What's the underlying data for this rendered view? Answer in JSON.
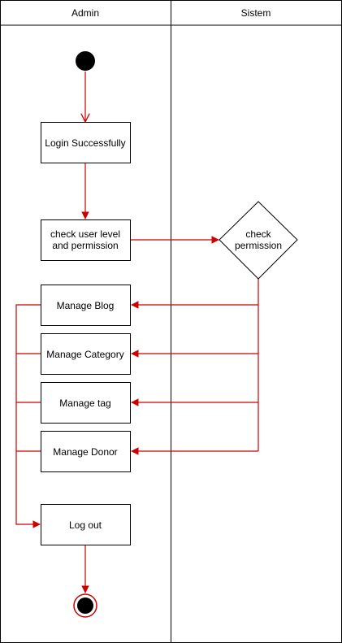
{
  "lanes": [
    {
      "id": "admin",
      "title": "Admin"
    },
    {
      "id": "sistem",
      "title": "Sistem"
    }
  ],
  "nodes": {
    "login": {
      "label": "Login Successfully"
    },
    "check_user": {
      "line1": "check user level",
      "line2": "and permission"
    },
    "check_perm": {
      "line1": "check",
      "line2": "permission"
    },
    "manage_blog": {
      "label": "Manage Blog"
    },
    "manage_category": {
      "label": "Manage Category"
    },
    "manage_tag": {
      "label": "Manage tag"
    },
    "manage_donor": {
      "label": "Manage Donor"
    },
    "logout": {
      "label": "Log out"
    }
  },
  "colors": {
    "edge": "#cc0000",
    "border": "#000000",
    "start": "#000000",
    "end_ring": "#cc0000"
  }
}
